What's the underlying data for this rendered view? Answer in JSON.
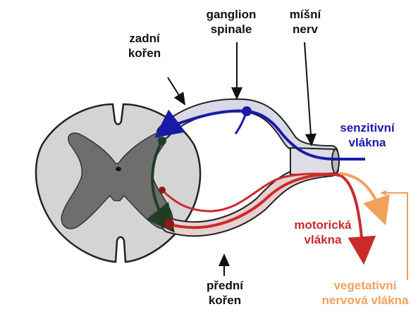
{
  "labels": {
    "zadni_koren": [
      "zadní",
      "kořen"
    ],
    "ganglion_spinale": [
      "ganglion",
      "spinale"
    ],
    "misni_nerv": [
      "míšní",
      "nerv"
    ],
    "senzitivni_vlakna": [
      "senzitivní",
      "vlákna"
    ],
    "motoricka_vlakna": [
      "motorická",
      "vlákna"
    ],
    "predni_koren": [
      "přední",
      "kořen"
    ],
    "vegetativni_vlakna": [
      "vegetativní",
      "nervová vlákna"
    ]
  },
  "colors": {
    "sensory": "#1a1aa8",
    "motor": "#cc2a2a",
    "autonomic": "#f0a25c",
    "grey_matter": "#6e6e6e",
    "white_matter": "#d4d4d4",
    "outline": "#222222",
    "interneuron": "#1f3d24"
  }
}
